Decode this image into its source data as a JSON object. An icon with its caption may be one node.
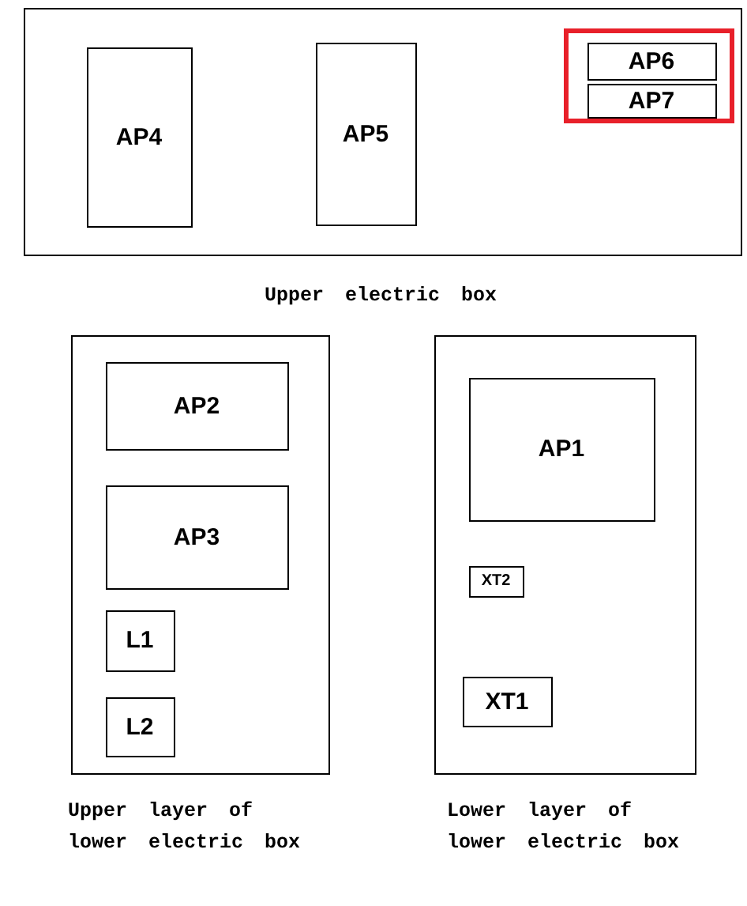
{
  "diagram": {
    "nodes": [
      {
        "text": [
          "Upper electric box"
        ]
      },
      {
        "text": [
          "AP4"
        ],
        "in": 0
      },
      {
        "text": [
          "AP5"
        ],
        "in": 0
      },
      {
        "text": [],
        "shape": "box",
        "in": 0
      },
      {
        "text": [
          "AP6"
        ],
        "in": 3
      },
      {
        "text": [
          "AP7"
        ],
        "in": 3
      },
      {
        "text": [
          "Upper layer of lower electric box"
        ]
      },
      {
        "text": [
          "AP2"
        ],
        "in": 6
      },
      {
        "text": [
          "AP3"
        ],
        "in": 6
      },
      {
        "text": [
          "L1"
        ],
        "in": 6
      },
      {
        "text": [
          "L2"
        ],
        "in": 6
      },
      {
        "text": [
          "Lower layer of lower electric box"
        ]
      },
      {
        "text": [
          "AP1"
        ],
        "in": 11
      },
      {
        "text": [
          "XT2"
        ],
        "in": 11
      },
      {
        "text": [
          "XT1"
        ],
        "in": 11
      }
    ]
  }
}
